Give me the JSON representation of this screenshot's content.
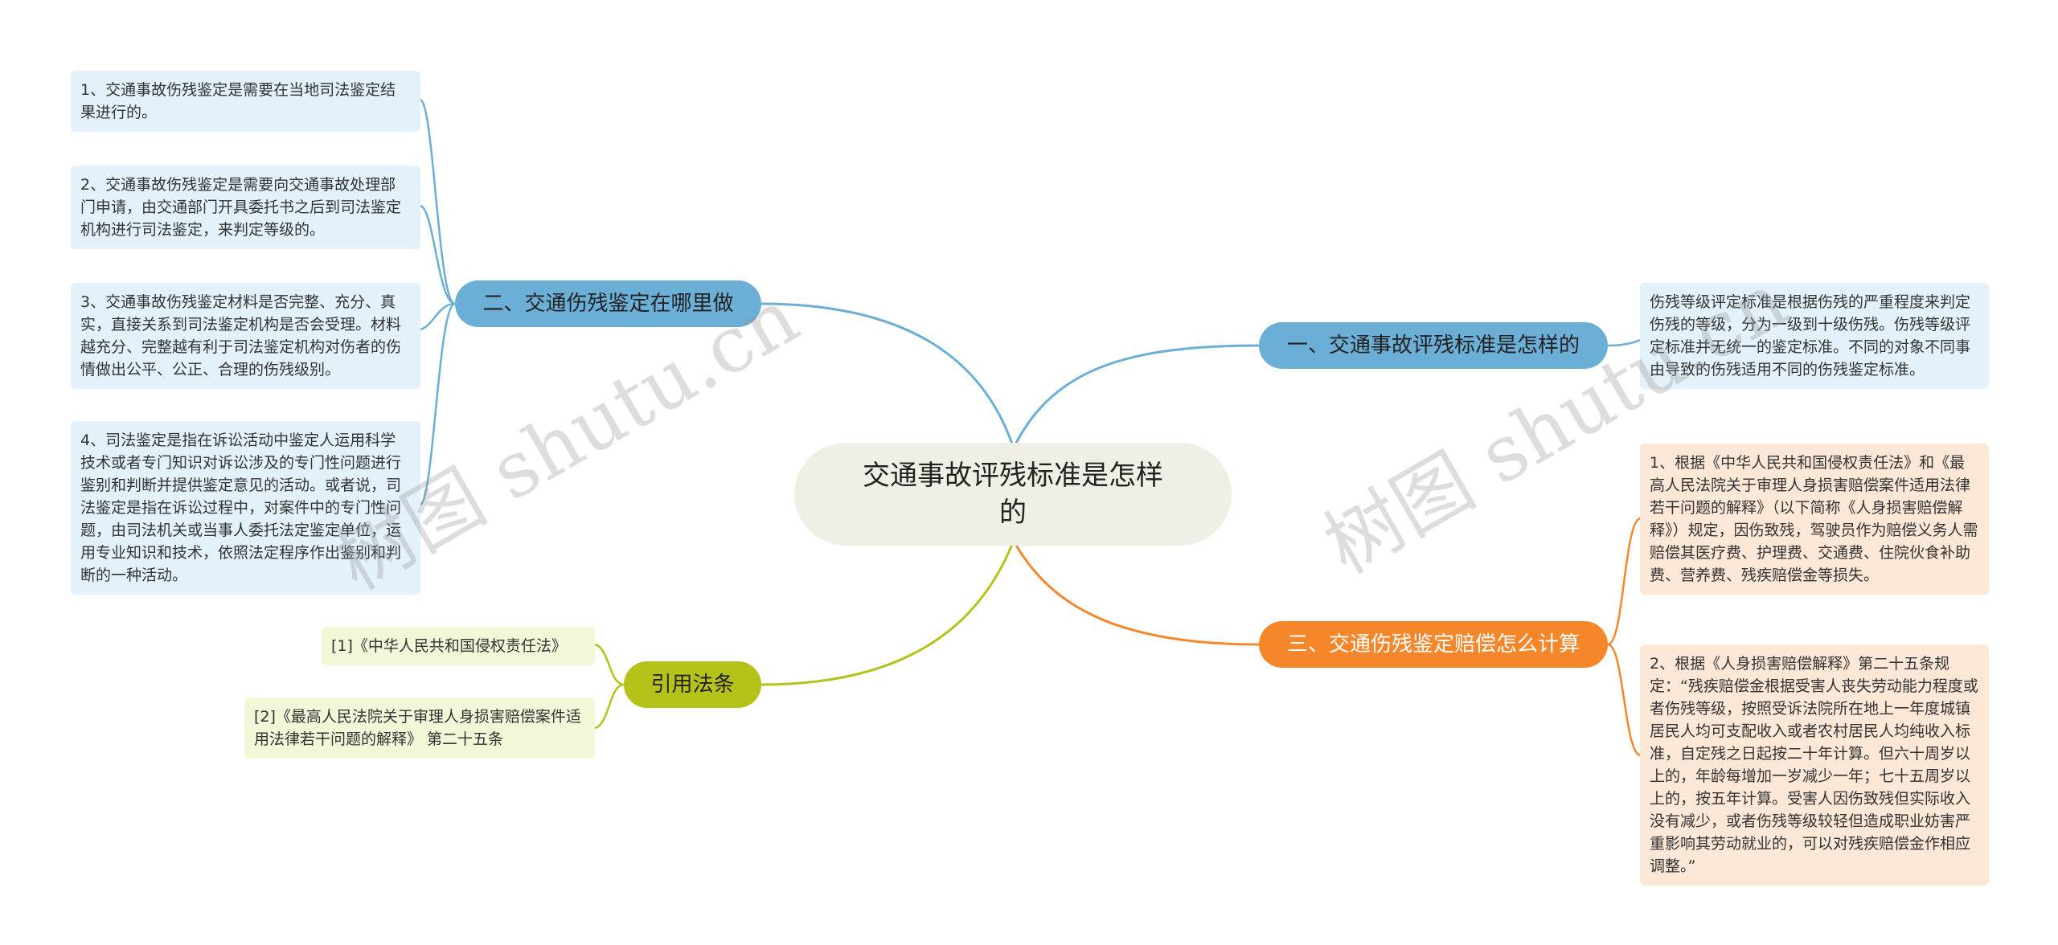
{
  "root": {
    "label": "交通事故评残标准是怎样的"
  },
  "branches": {
    "b1": {
      "label": "一、交通事故评残标准是怎样的",
      "leaves": [
        "伤残等级评定标准是根据伤残的严重程度来判定伤残的等级，分为一级到十级伤残。伤残等级评定标准并无统一的鉴定标准。不同的对象不同事由导致的伤残适用不同的伤残鉴定标准。"
      ]
    },
    "b2": {
      "label": "二、交通伤残鉴定在哪里做",
      "leaves": [
        "1、交通事故伤残鉴定是需要在当地司法鉴定结果进行的。",
        "2、交通事故伤残鉴定是需要向交通事故处理部门申请，由交通部门开具委托书之后到司法鉴定机构进行司法鉴定，来判定等级的。",
        "3、交通事故伤残鉴定材料是否完整、充分、真实，直接关系到司法鉴定机构是否会受理。材料越充分、完整越有利于司法鉴定机构对伤者的伤情做出公平、公正、合理的伤残级别。",
        "4、司法鉴定是指在诉讼活动中鉴定人运用科学技术或者专门知识对诉讼涉及的专门性问题进行鉴别和判断并提供鉴定意见的活动。或者说，司法鉴定是指在诉讼过程中，对案件中的专门性问题，由司法机关或当事人委托法定鉴定单位，运用专业知识和技术，依照法定程序作出鉴别和判断的一种活动。"
      ]
    },
    "b3": {
      "label": "三、交通伤残鉴定赔偿怎么计算",
      "leaves": [
        "1、根据《中华人民共和国侵权责任法》和《最高人民法院关于审理人身损害赔偿案件适用法律若干问题的解释》（以下简称《人身损害赔偿解释》）规定，因伤致残，驾驶员作为赔偿义务人需赔偿其医疗费、护理费、交通费、住院伙食补助费、营养费、残疾赔偿金等损失。",
        "2、根据《人身损害赔偿解释》第二十五条规定：“残疾赔偿金根据受害人丧失劳动能力程度或者伤残等级，按照受诉法院所在地上一年度城镇居民人均可支配收入或者农村居民人均纯收入标准，自定残之日起按二十年计算。但六十周岁以上的，年龄每增加一岁减少一年；七十五周岁以上的，按五年计算。受害人因伤致残但实际收入没有减少，或者伤残等级较轻但造成职业妨害严重影响其劳动就业的，可以对残疾赔偿金作相应调整。”"
      ]
    },
    "b4": {
      "label": "引用法条",
      "leaves": [
        "[1]《中华人民共和国侵权责任法》",
        "[2]《最高人民法院关于审理人身损害赔偿案件适用法律若干问题的解释》 第二十五条"
      ]
    }
  },
  "watermarks": [
    "树图 shutu.cn",
    "树图 shutu.cn"
  ],
  "colors": {
    "blue": "#6baed6",
    "orange": "#f5872a",
    "olive": "#b5c21a",
    "root_fill": "#efefe6"
  }
}
